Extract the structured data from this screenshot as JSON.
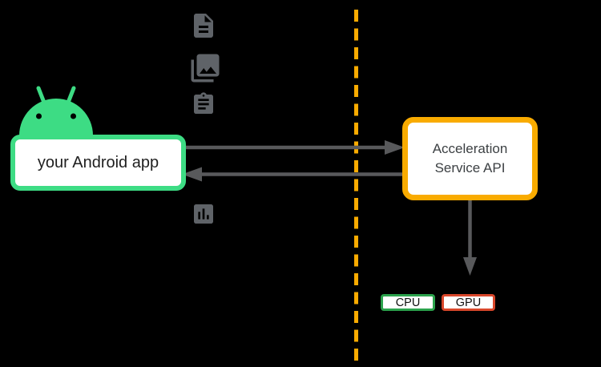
{
  "canvas": {
    "background": "#000000"
  },
  "android_mascot": {
    "name": "android-robot-head",
    "color": "#3DDC84"
  },
  "app_node": {
    "label": "your Android app",
    "border_color": "#3DDC84",
    "fill": "#FFFFFF"
  },
  "accel_node": {
    "label": "Acceleration\nService API",
    "border_color": "#F9AB00",
    "fill": "#FFFFFF"
  },
  "cpu_chip": {
    "label": "CPU",
    "border_color": "#2BA24C",
    "fill": "#FFFFFF"
  },
  "gpu_chip": {
    "label": "GPU",
    "border_color": "#D9472B",
    "fill": "#FFFFFF"
  },
  "input_icons": [
    {
      "name": "document-icon",
      "color": "#5F6368"
    },
    {
      "name": "photo-library-icon",
      "color": "#5F6368"
    },
    {
      "name": "clipboard-icon",
      "color": "#5F6368"
    }
  ],
  "output_icons": [
    {
      "name": "bar-chart-icon",
      "color": "#5F6368"
    }
  ],
  "divider": {
    "style": "dashed",
    "orientation": "vertical",
    "color": "#F9AB00"
  },
  "edges": [
    {
      "from": "your Android app",
      "to": "Acceleration Service API",
      "direction": "right",
      "color": "#58595B"
    },
    {
      "from": "Acceleration Service API",
      "to": "your Android app",
      "direction": "left",
      "color": "#58595B"
    },
    {
      "from": "Acceleration Service API",
      "to": "CPU / GPU",
      "direction": "down",
      "color": "#58595B"
    }
  ]
}
